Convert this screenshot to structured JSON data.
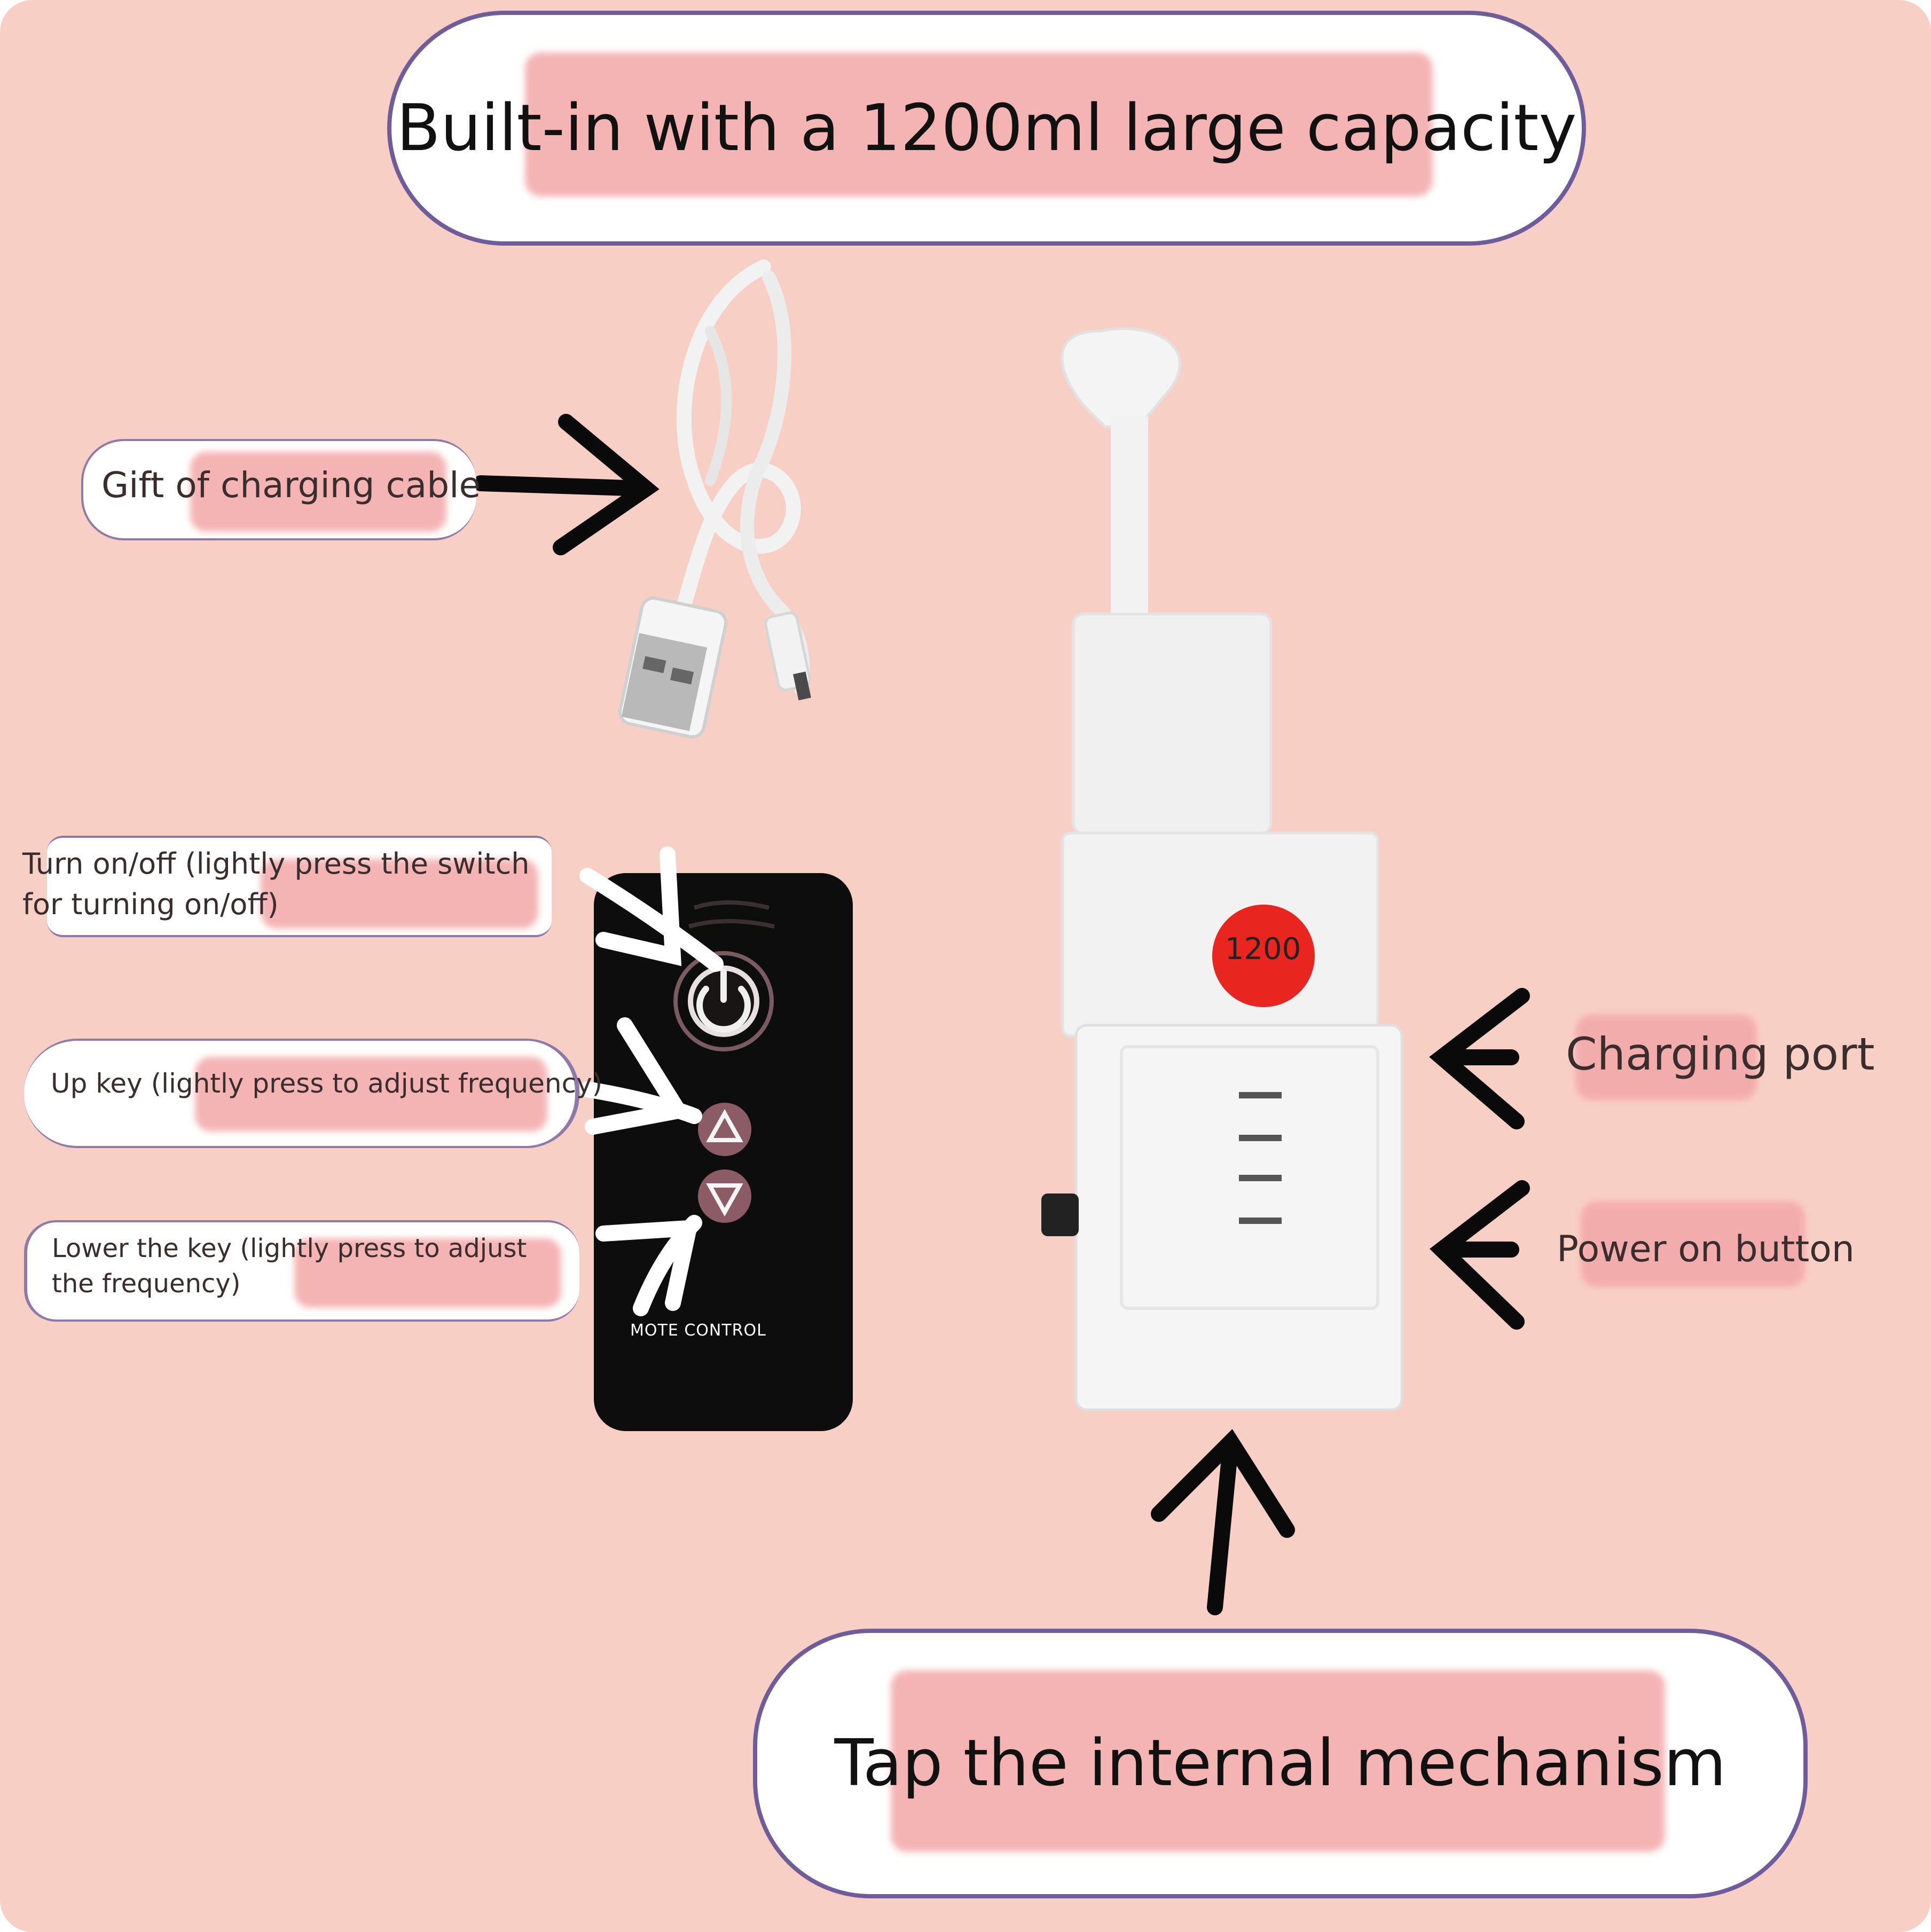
{
  "header": {
    "title": "Built-in with a 1200ml large capacity"
  },
  "footer": {
    "title": "Tap the internal mechanism"
  },
  "labels": {
    "charging_cable": "Gift of charging cable",
    "turn_on_off": "Turn on/off (lightly press the switch for turning on/off)",
    "up_key": "Up key (lightly press to adjust frequency)",
    "lower_key": "Lower the key (lightly press to adjust the frequency)",
    "charging_port": "Charging port",
    "power_on_button": "Power on button"
  },
  "remote": {
    "caption": "MOTE CONTROL"
  },
  "device": {
    "badge": "1200"
  },
  "colors": {
    "background": "#f8cfc4",
    "pill_border": "#6f5c9a",
    "badge_red": "#e8261f",
    "remote_body": "#0d0d0d"
  }
}
